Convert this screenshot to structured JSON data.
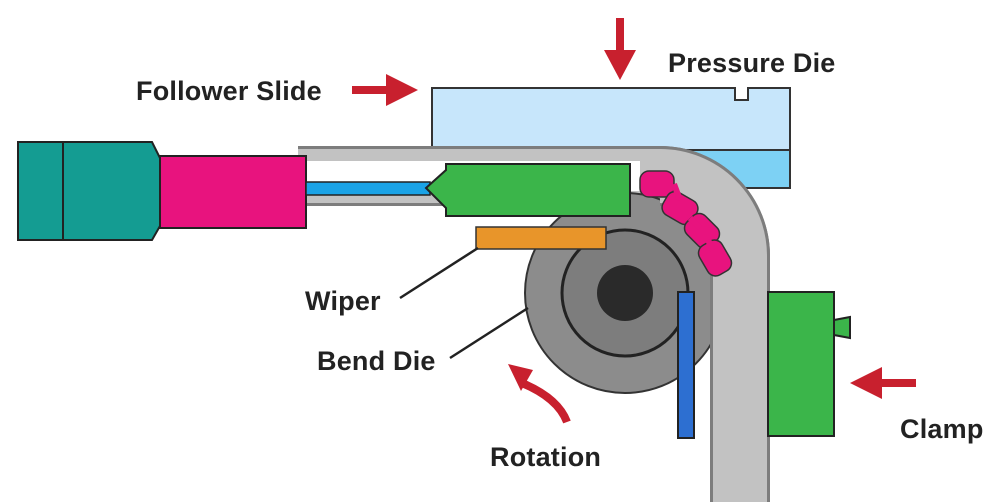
{
  "labels": {
    "follower_slide": "Follower Slide",
    "pressure_die": "Pressure Die",
    "wiper": "Wiper",
    "bend_die": "Bend Die",
    "rotation": "Rotation",
    "clamp": "Clamp"
  },
  "colors": {
    "pressure_die": "#c7e6fb",
    "pressure_die_lower": "#7dd1f4",
    "tube": "#bdbdbd",
    "tube_outline": "#7d7d7d",
    "cylinder_body": "#149c92",
    "cylinder_rod_housing": "#e8137e",
    "rod": "#1ba3e6",
    "mandrel": "#3bb54a",
    "mandrel_balls": "#e8137e",
    "wiper": "#e8952a",
    "bend_die": "#8c8c8c",
    "bend_die_hub": "#2a2a2a",
    "clamp": "#3bb54a",
    "clamp_insert": "#2d6fd1",
    "arrows": "#c8202e"
  },
  "icons": {
    "pressure_arrow": "arrow-down-icon",
    "follower_arrow": "arrow-right-icon",
    "clamp_arrow": "arrow-left-icon",
    "rotation_arrow": "curved-arrow-icon"
  }
}
